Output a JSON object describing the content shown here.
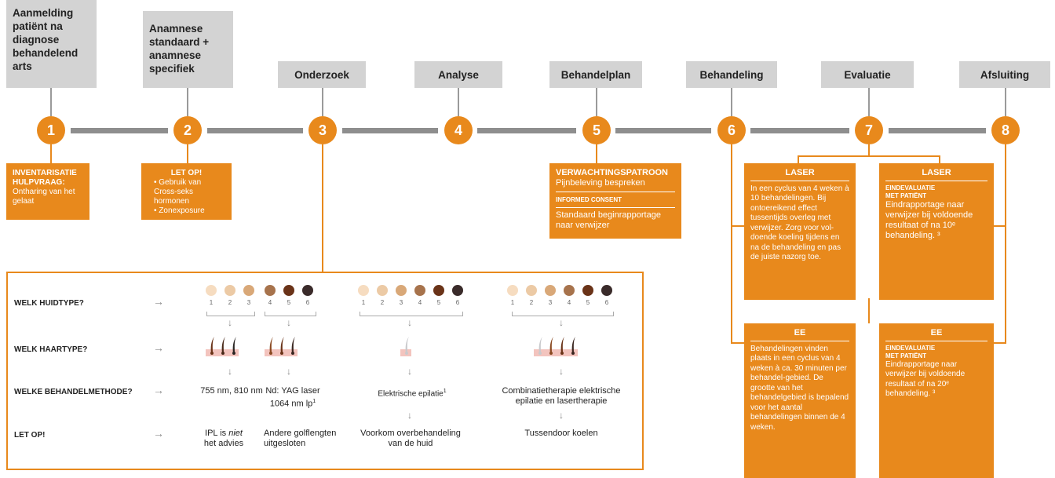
{
  "steps": [
    {
      "n": "1",
      "title": "Aanmelding patiënt na diagnose behandelend arts"
    },
    {
      "n": "2",
      "title": "Anamnese standaard + anamnese specifiek"
    },
    {
      "n": "3",
      "title": "Onderzoek"
    },
    {
      "n": "4",
      "title": "Analyse"
    },
    {
      "n": "5",
      "title": "Behandelplan"
    },
    {
      "n": "6",
      "title": "Behandeling"
    },
    {
      "n": "7",
      "title": "Evaluatie"
    },
    {
      "n": "8",
      "title": "Afsluiting"
    }
  ],
  "box1": {
    "heading": "INVENTARISATIE HULPVRAAG:",
    "text": "Ontharing van het gelaat"
  },
  "box2": {
    "heading": "LET OP!",
    "items": [
      "Gebruik van Cross-seks hormonen",
      "Zonexposure"
    ]
  },
  "box5": {
    "heading1": "VERWACHTINGSPATROON",
    "text1": "Pijnbeleving bespreken",
    "heading2": "INFORMED CONSENT",
    "text2": "Standaard beginrapportage naar verwijzer"
  },
  "laser_treat": {
    "title": "LASER",
    "text": "In een cyclus van 4 weken à 10 behandelingen. Bij ontoereikend effect tussentijds overleg met verwijzer. Zorg voor vol-doende koeling tijdens en na de behandeling en pas de juiste nazorg toe."
  },
  "ee_treat": {
    "title": "EE",
    "text": "Behandelingen vinden plaats in een cyclus van 4 weken à ca. 30 minuten per behandel-gebied. De grootte van het behandelgebied is bepalend voor het aantal behandelingen binnen de 4 weken."
  },
  "laser_close": {
    "title": "LASER",
    "sub1": "EINDEVALUATIE",
    "sub2": "MET PATIËNT",
    "text": "Eindrapportage naar verwijzer bij voldoende resultaat of na 10ᵉ behandeling. ³"
  },
  "ee_close": {
    "title": "EE",
    "sub1": "EINDEVALUATIE",
    "sub2": "MET PATIËNT",
    "text": "Eindrapportage naar verwijzer bij voldoende resultaat of na 20ᵉ behandeling. ³"
  },
  "panel": {
    "row_labels": [
      "WELK HUIDTYPE?",
      "WELK HAARTYPE?",
      "WELKE BEHANDELMETHODE?",
      "LET OP!"
    ],
    "arrow": "→",
    "skin_numbers": [
      "1",
      "2",
      "3",
      "4",
      "5",
      "6"
    ],
    "skin_colors": [
      "#f6dcc0",
      "#eccaa5",
      "#d9a878",
      "#a7734c",
      "#6a3318",
      "#3a2b2a"
    ],
    "methods": [
      {
        "line1": "755 nm, 810 nm",
        "line2": ""
      },
      {
        "line1": "Nd: YAG laser",
        "line2": "1064 nm lp",
        "sup": "1"
      },
      {
        "line1": "Elektrische epilatie",
        "line2": "",
        "sup": "1"
      },
      {
        "line1": "Combinatietherapie elektrische",
        "line2": "epilatie en lasertherapie"
      }
    ],
    "notes": [
      {
        "pre": "IPL is ",
        "em": "niet",
        "post": "",
        "line2": "het advies"
      },
      {
        "line1": "Andere golflengten",
        "line2": "uitgesloten"
      },
      {
        "line1": "Voorkom overbehandeling",
        "line2": "van de huid"
      },
      {
        "line1": "Tussendoor koelen",
        "line2": ""
      }
    ]
  },
  "colors": {
    "accent": "#e8891c",
    "step_box": "#d3d3d3",
    "timeline": "#8e8e8e"
  }
}
